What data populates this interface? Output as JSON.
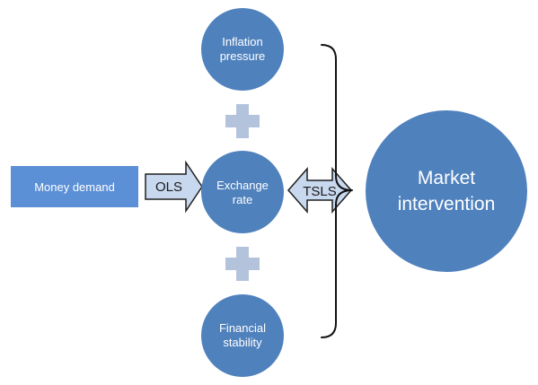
{
  "colors": {
    "node_fill": "#4f81bd",
    "box_fill": "#5b8fd6",
    "arrow_fill": "#c8d8ee",
    "arrow_stroke": "#1f1f1f",
    "plus_fill": "#b4c3dc",
    "brace_stroke": "#111111"
  },
  "nodes": {
    "inflation": {
      "line1": "Inflation",
      "line2": "pressure"
    },
    "exchange": {
      "line1": "Exchange",
      "line2": "rate"
    },
    "financial": {
      "line1": "Financial",
      "line2": "stability"
    },
    "market": {
      "line1": "Market",
      "line2": "intervention"
    },
    "money_demand": {
      "label": "Money demand"
    }
  },
  "arrows": {
    "ols": {
      "label": "OLS"
    },
    "tsls": {
      "label": "TSLS"
    }
  },
  "icons": [
    "plus-icon",
    "plus-icon",
    "brace-icon"
  ]
}
